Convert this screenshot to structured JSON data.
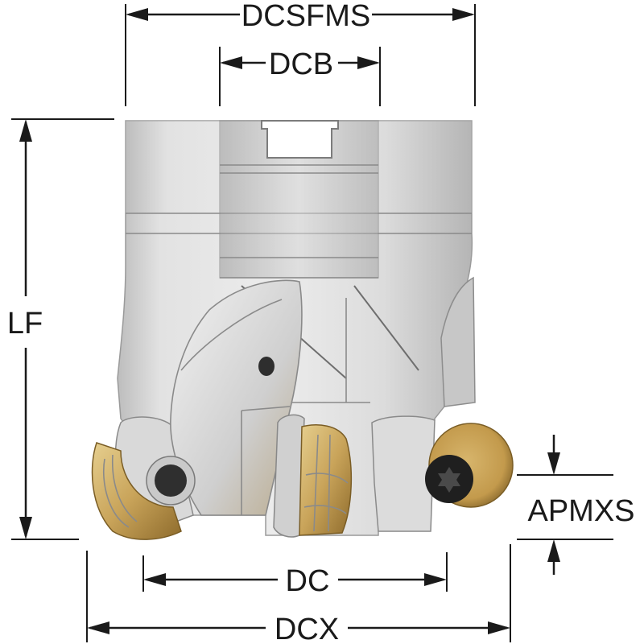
{
  "dimensions": {
    "dcsfms": "DCSFMS",
    "dcb": "DCB",
    "lf": "LF",
    "apmxs": "APMXS",
    "dc": "DC",
    "dcx": "DCX"
  },
  "colors": {
    "body_light": "#e6e6e6",
    "body_mid": "#cfcfcf",
    "body_dark": "#a9a9a9",
    "insert_gold": "#c9a45a",
    "dimension_ink": "#1a1a1a"
  }
}
